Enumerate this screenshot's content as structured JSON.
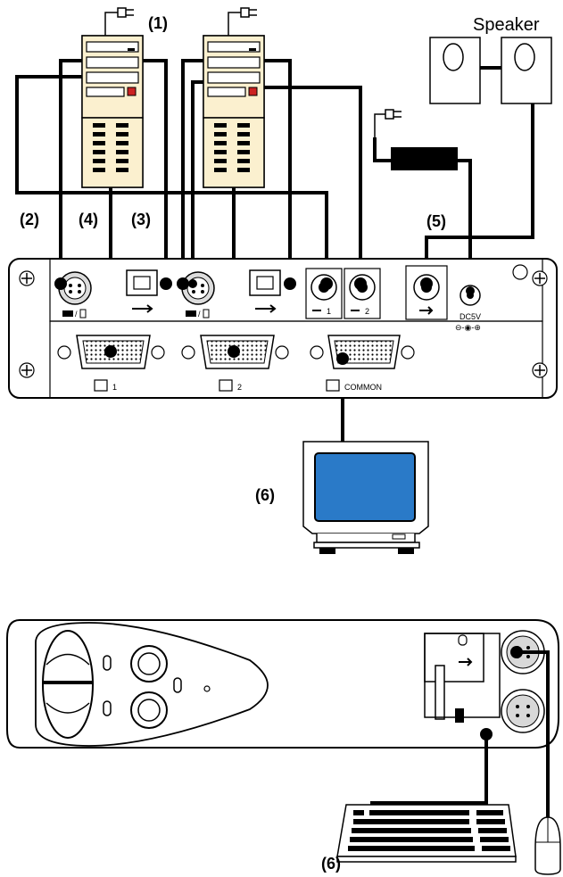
{
  "labels": {
    "pc1": "(1)",
    "cable2": "(2)",
    "cable4": "(4)",
    "cable3": "(3)",
    "cable5": "(5)",
    "monitor": "(6)",
    "keyboard": "(6)",
    "speaker": "Speaker"
  },
  "ports": {
    "pc1": "1",
    "pc2": "2",
    "common": "COMMON",
    "audio1": "1",
    "audio2": "2",
    "dc": "DC5V"
  }
}
